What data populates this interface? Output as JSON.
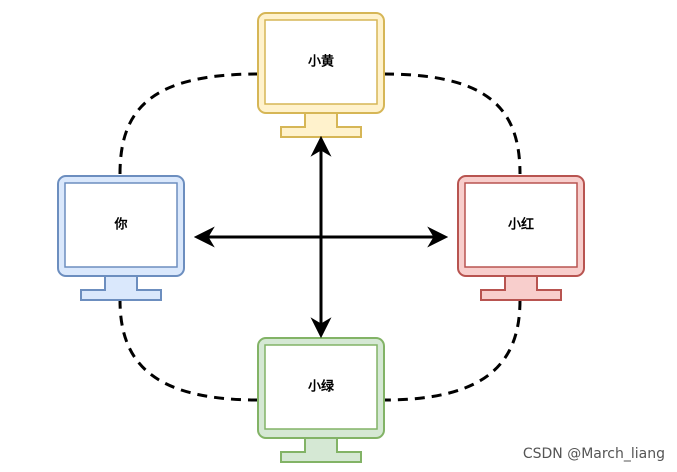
{
  "nodes": {
    "top": {
      "label": "小黄",
      "fill": "#fff2cc",
      "stroke": "#d6b656"
    },
    "left": {
      "label": "你",
      "fill": "#dae8fc",
      "stroke": "#6c8ebf"
    },
    "right": {
      "label": "小红",
      "fill": "#f8cecc",
      "stroke": "#b85450"
    },
    "bottom": {
      "label": "小绿",
      "fill": "#d5e8d4",
      "stroke": "#82b366"
    }
  },
  "watermark": "CSDN @March_liang"
}
